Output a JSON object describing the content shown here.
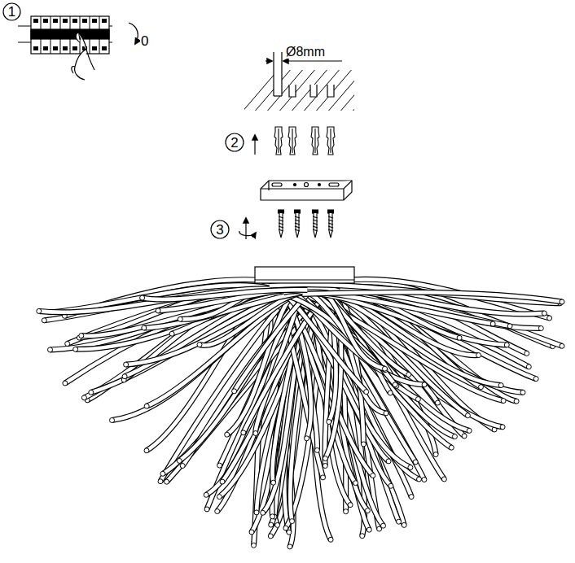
{
  "diagram": {
    "nodes": [
      {
        "text": [
          "1"
        ]
      },
      {
        "text": [
          "2"
        ]
      },
      {
        "text": [
          "3"
        ]
      }
    ],
    "labels": [
      "0",
      "Ø8mm"
    ]
  }
}
